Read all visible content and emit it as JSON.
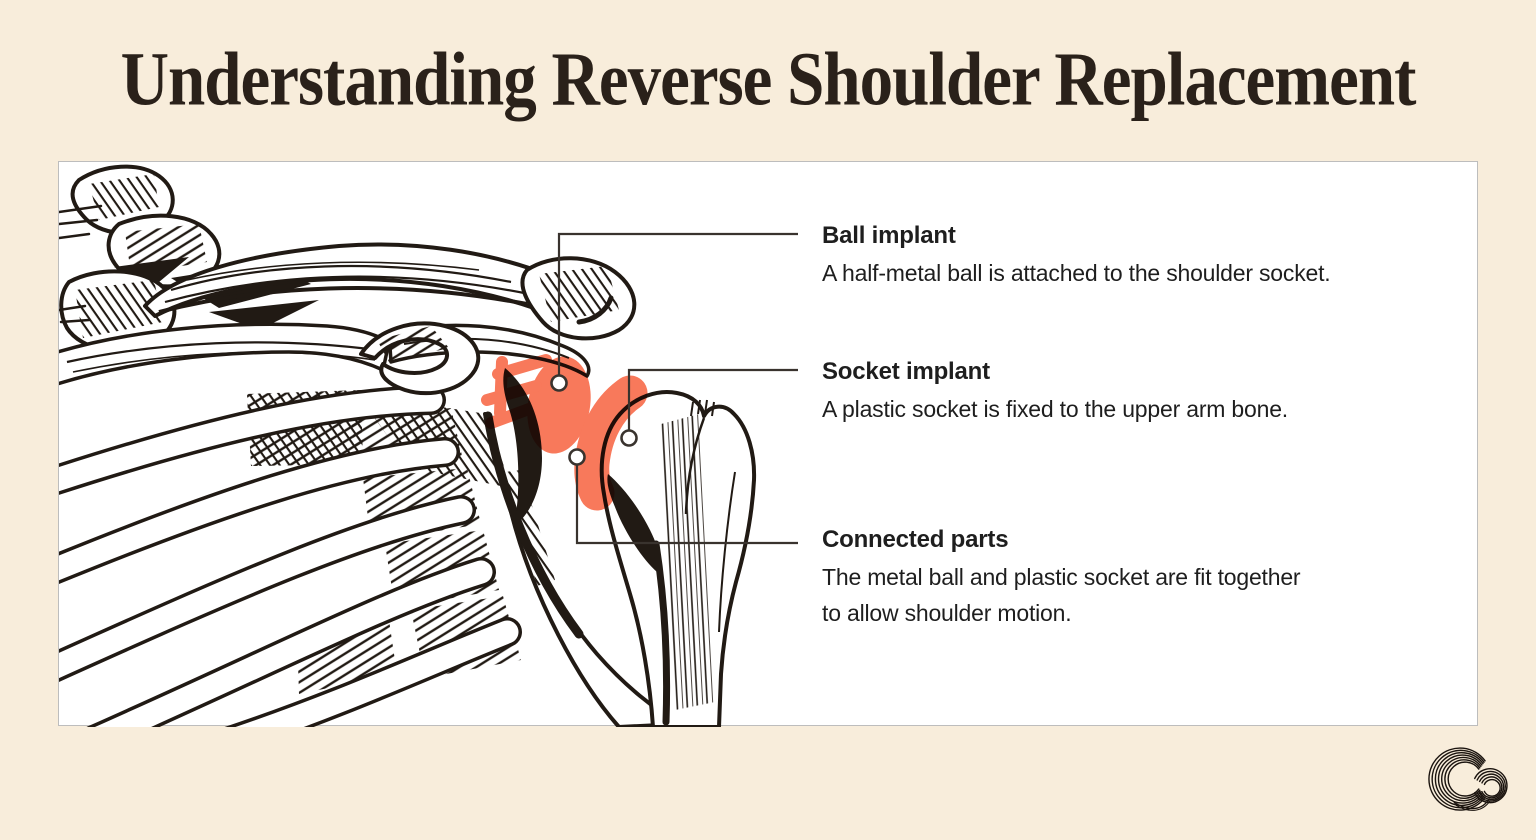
{
  "page": {
    "title": "Understanding Reverse Shoulder Replacement"
  },
  "colors": {
    "background": "#F8EDDB",
    "panel": "#FFFFFF",
    "ink": "#211A14",
    "highlight": "#F8795B",
    "callout_line": "#39332E",
    "text": "#1E1E1E",
    "panel_border": "#BDBDBD"
  },
  "callouts": [
    {
      "title": "Ball implant",
      "description": "A half-metal ball is attached to the shoulder socket."
    },
    {
      "title": "Socket implant",
      "description": "A plastic socket is fixed to the upper arm bone."
    },
    {
      "title": "Connected parts",
      "description": "The metal ball and plastic socket are fit together to allow shoulder motion."
    }
  ],
  "illustration": {
    "subject": "reverse-shoulder-replacement-anatomy",
    "markers": [
      "ball-implant-marker",
      "socket-implant-marker",
      "connected-parts-marker"
    ]
  },
  "logo": {
    "icon": "co-monogram"
  }
}
